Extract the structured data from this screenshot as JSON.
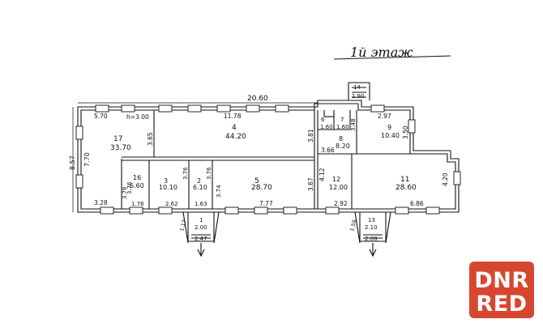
{
  "floor_title": "1й этаж",
  "overall": {
    "length": "20.60",
    "height": "8.57",
    "height_inner": "7.70"
  },
  "rooms": [
    {
      "id": "1",
      "name_label": "1",
      "area": "2.00"
    },
    {
      "id": "2",
      "name_label": "2",
      "area": "6.10"
    },
    {
      "id": "3",
      "name_label": "3",
      "area": "10.10"
    },
    {
      "id": "4",
      "name_label": "4",
      "area": "44.20"
    },
    {
      "id": "5",
      "name_label": "5",
      "area": "28.70"
    },
    {
      "id": "6",
      "name_label": "6",
      "area": "1.60"
    },
    {
      "id": "7",
      "name_label": "7",
      "area": "1.60"
    },
    {
      "id": "8",
      "name_label": "8",
      "area": "8.20"
    },
    {
      "id": "9",
      "name_label": "9",
      "area": "10.40"
    },
    {
      "id": "11",
      "name_label": "11",
      "area": "28.60"
    },
    {
      "id": "12",
      "name_label": "12",
      "area": "12.00"
    },
    {
      "id": "13",
      "name_label": "13",
      "area": "2.10"
    },
    {
      "id": "14",
      "name_label": "14",
      "area": "1.90"
    },
    {
      "id": "16",
      "name_label": "16",
      "area": "6.60"
    },
    {
      "id": "17",
      "name_label": "17",
      "area": "33.70"
    }
  ],
  "dimensions": {
    "d570": "5.70",
    "h300": "h=3.00",
    "d1178": "11.78",
    "d297": "2.97",
    "d350": "3.50",
    "d381": "3.81",
    "d365": "3.65",
    "d366": "3.66",
    "d348": "3.48",
    "d328": "3.28",
    "d376a": "3.76",
    "d376b": "3.76",
    "d376c": "3.76",
    "d376d": "3.76",
    "d374": "3.74",
    "d367": "3.67",
    "d412": "4.12",
    "d420": "4.20",
    "d176": "1.76",
    "d262": "2.62",
    "d163": "1.63",
    "d777": "7.77",
    "d292": "2.92",
    "d686": "6.86",
    "d159": "1.59",
    "d117": "1.17",
    "d247": "2.47",
    "d208": "2.08"
  },
  "watermark": {
    "line1": "DNR",
    "line2": "RED",
    "color": "#d7472f"
  }
}
